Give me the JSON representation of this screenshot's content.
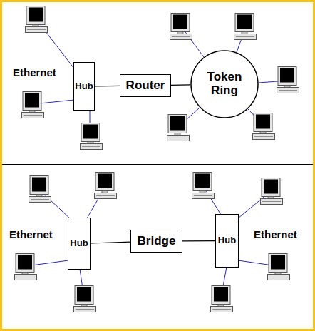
{
  "diagram": {
    "nodes": [
      {
        "text": [
          "Hub"
        ]
      },
      {
        "text": [
          "Router"
        ]
      },
      {
        "text": [
          "Token Ring"
        ]
      },
      {
        "text": [
          "Hub"
        ]
      },
      {
        "text": [
          "Bridge"
        ]
      },
      {
        "text": [
          "Hub"
        ]
      }
    ],
    "edges": [
      {
        "from": 0,
        "to": 1,
        "arrow": "none"
      },
      {
        "from": 1,
        "to": 2,
        "arrow": "none"
      },
      {
        "from": 3,
        "to": 4,
        "arrow": "none"
      },
      {
        "from": 4,
        "to": 5,
        "arrow": "none"
      }
    ],
    "labels": [
      "Ethernet",
      "Ethernet",
      "Ethernet"
    ]
  }
}
